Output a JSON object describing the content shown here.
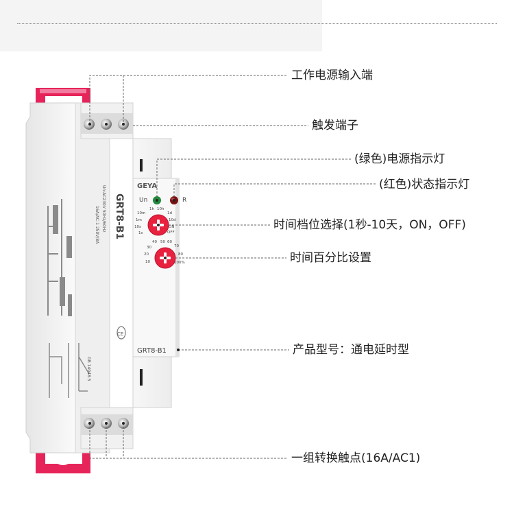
{
  "device": {
    "brand": "GEYA",
    "model_front": "GRT8-B1",
    "model_side": "GRT8-B1",
    "led_un": "Un",
    "led_r": "R",
    "range_labels": [
      "1h",
      "10h",
      "10m",
      "1d",
      "1m",
      "10d",
      "10s",
      "ON",
      "1s",
      "OFF"
    ],
    "percent_labels": [
      "40",
      "50",
      "60",
      "30",
      "70",
      "20",
      "80",
      "10",
      "100%"
    ]
  },
  "callouts": [
    {
      "id": "power-input",
      "text": "工作电源输入端"
    },
    {
      "id": "trigger-terminal",
      "text": "触发端子"
    },
    {
      "id": "power-led",
      "text": "(绿色)电源指示灯"
    },
    {
      "id": "status-led",
      "text": "(红色)状态指示灯"
    },
    {
      "id": "time-range",
      "text": "时间档位选择(1秒-10天，ON，OFF)"
    },
    {
      "id": "time-percent",
      "text": "时间百分比设置"
    },
    {
      "id": "model",
      "text": "产品型号：通电延时型"
    },
    {
      "id": "contact",
      "text": "一组转换触点(16A/AC1)"
    }
  ],
  "colors": {
    "clip": "#e6245a",
    "dial": "#e8213f",
    "led_green": "#1f8a3b",
    "led_red": "#7a1010",
    "body": "#f3f3f3"
  }
}
